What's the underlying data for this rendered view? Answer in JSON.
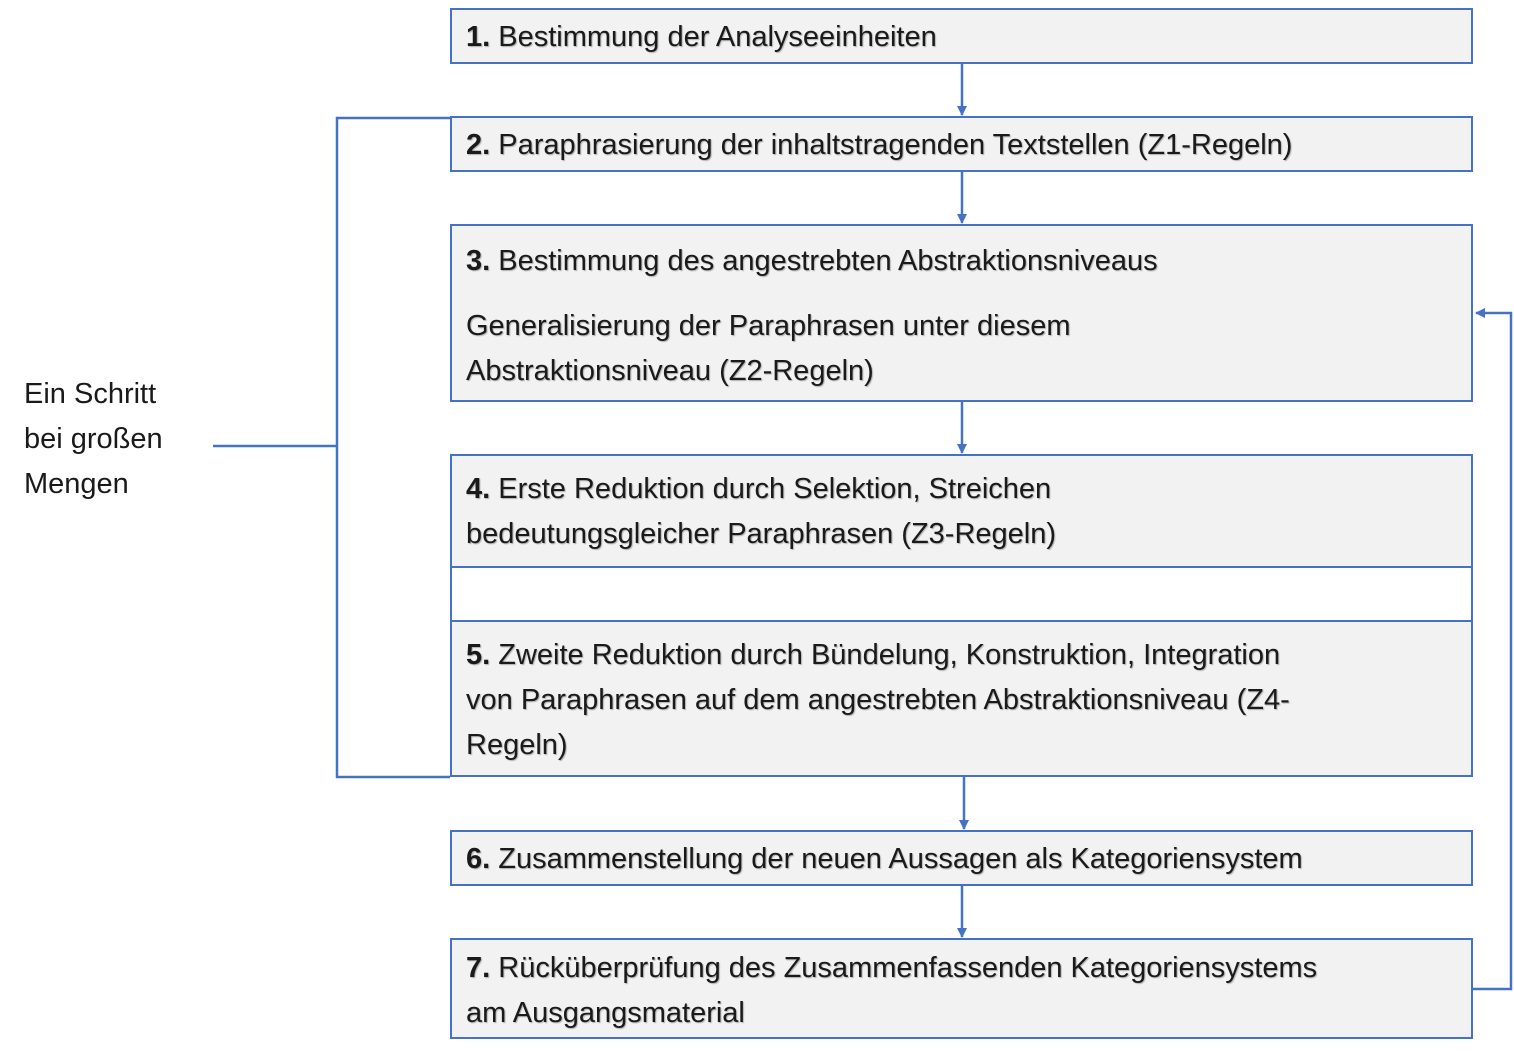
{
  "steps": [
    {
      "num": "1.",
      "text": "Bestimmung der Analyseeinheiten"
    },
    {
      "num": "2.",
      "text": "Paraphrasierung der inhaltstragenden Textstellen (Z1-Regeln)"
    },
    {
      "num": "3.",
      "text": "Bestimmung des angestrebten Abstraktionsniveaus",
      "extra_line1": "Generalisierung der Paraphrasen unter diesem",
      "extra_line2": "Abstraktionsniveau (Z2-Regeln)"
    },
    {
      "num": "4.",
      "line1": "Erste Reduktion durch Selektion, Streichen",
      "line2": "bedeutungsgleicher Paraphrasen (Z3-Regeln)"
    },
    {
      "num": "5.",
      "line1": "Zweite Reduktion durch Bündelung, Konstruktion, Integration",
      "line2": "von Paraphrasen auf dem angestrebten Abstraktionsniveau (Z4-",
      "line3": "Regeln)"
    },
    {
      "num": "6.",
      "text": "Zusammenstellung der neuen Aussagen als Kategoriensystem"
    },
    {
      "num": "7.",
      "line1": "Rücküberprüfung des Zusammenfassenden Kategoriensystems",
      "line2": "am Ausgangsmaterial"
    }
  ],
  "side_label": {
    "line1": "Ein Schritt",
    "line2": "bei großen",
    "line3": "Mengen"
  },
  "colors": {
    "connector": "#4472c4",
    "box_fill": "#f2f2f2",
    "text": "#1a1a1a"
  }
}
